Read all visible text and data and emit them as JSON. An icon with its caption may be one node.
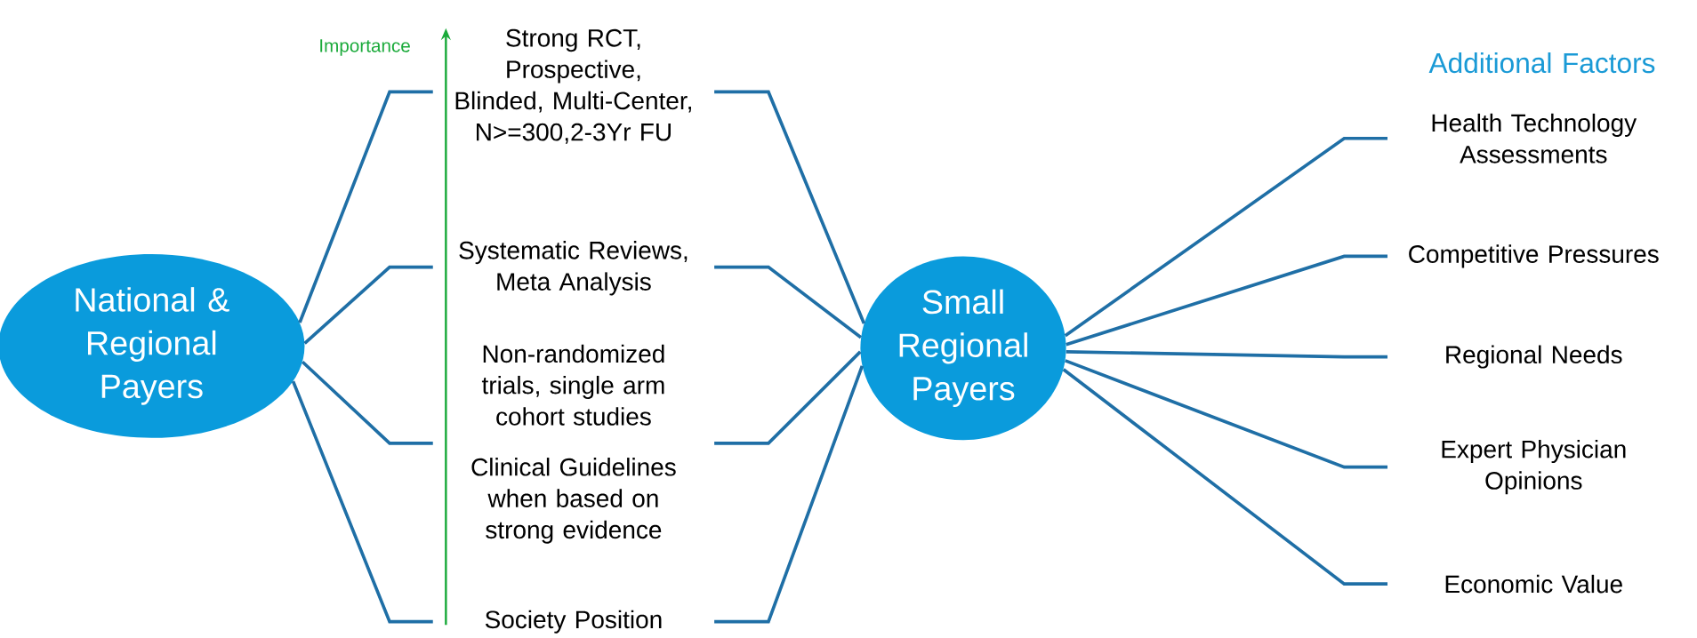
{
  "diagram": {
    "nodes": [
      {
        "text": [
          "National & Regional Payers"
        ]
      },
      {
        "text": [
          "Strong RCT, Prospective, Blinded, Multi-Center, N>=300,2-3Yr FU"
        ]
      },
      {
        "text": [
          "Systematic Reviews, Meta Analysis"
        ]
      },
      {
        "text": [
          "Non-randomized trials, single arm cohort studies"
        ]
      },
      {
        "text": [
          "Society Position"
        ]
      },
      {
        "text": [
          "Small Regional Payers"
        ]
      },
      {
        "text": [
          "Health Technology Assessments"
        ]
      },
      {
        "text": [
          "Competitive Pressures"
        ]
      },
      {
        "text": [
          "Regional Needs"
        ]
      },
      {
        "text": [
          "Expert Physician Opinions"
        ]
      },
      {
        "text": [
          "Economic Value"
        ]
      }
    ],
    "edges": [
      {
        "from": 0,
        "to": 1,
        "arrow": "none"
      },
      {
        "from": 0,
        "to": 2,
        "arrow": "none"
      },
      {
        "from": 0,
        "to": 3,
        "arrow": "none"
      },
      {
        "from": 0,
        "to": 4,
        "arrow": "none"
      },
      {
        "from": 1,
        "to": 5,
        "arrow": "none"
      },
      {
        "from": 2,
        "to": 5,
        "arrow": "none"
      },
      {
        "from": 3,
        "to": 5,
        "arrow": "none"
      },
      {
        "from": 4,
        "to": 5,
        "arrow": "none"
      },
      {
        "from": 5,
        "to": 6,
        "arrow": "none"
      },
      {
        "from": 5,
        "to": 7,
        "arrow": "none"
      },
      {
        "from": 5,
        "to": 8,
        "arrow": "none"
      },
      {
        "from": 5,
        "to": 9,
        "arrow": "none"
      },
      {
        "from": 5,
        "to": 10,
        "arrow": "none"
      }
    ],
    "labels": [
      "Importance",
      "Additional Factors",
      "Clinical Guidelines when based on strong evidence"
    ]
  }
}
